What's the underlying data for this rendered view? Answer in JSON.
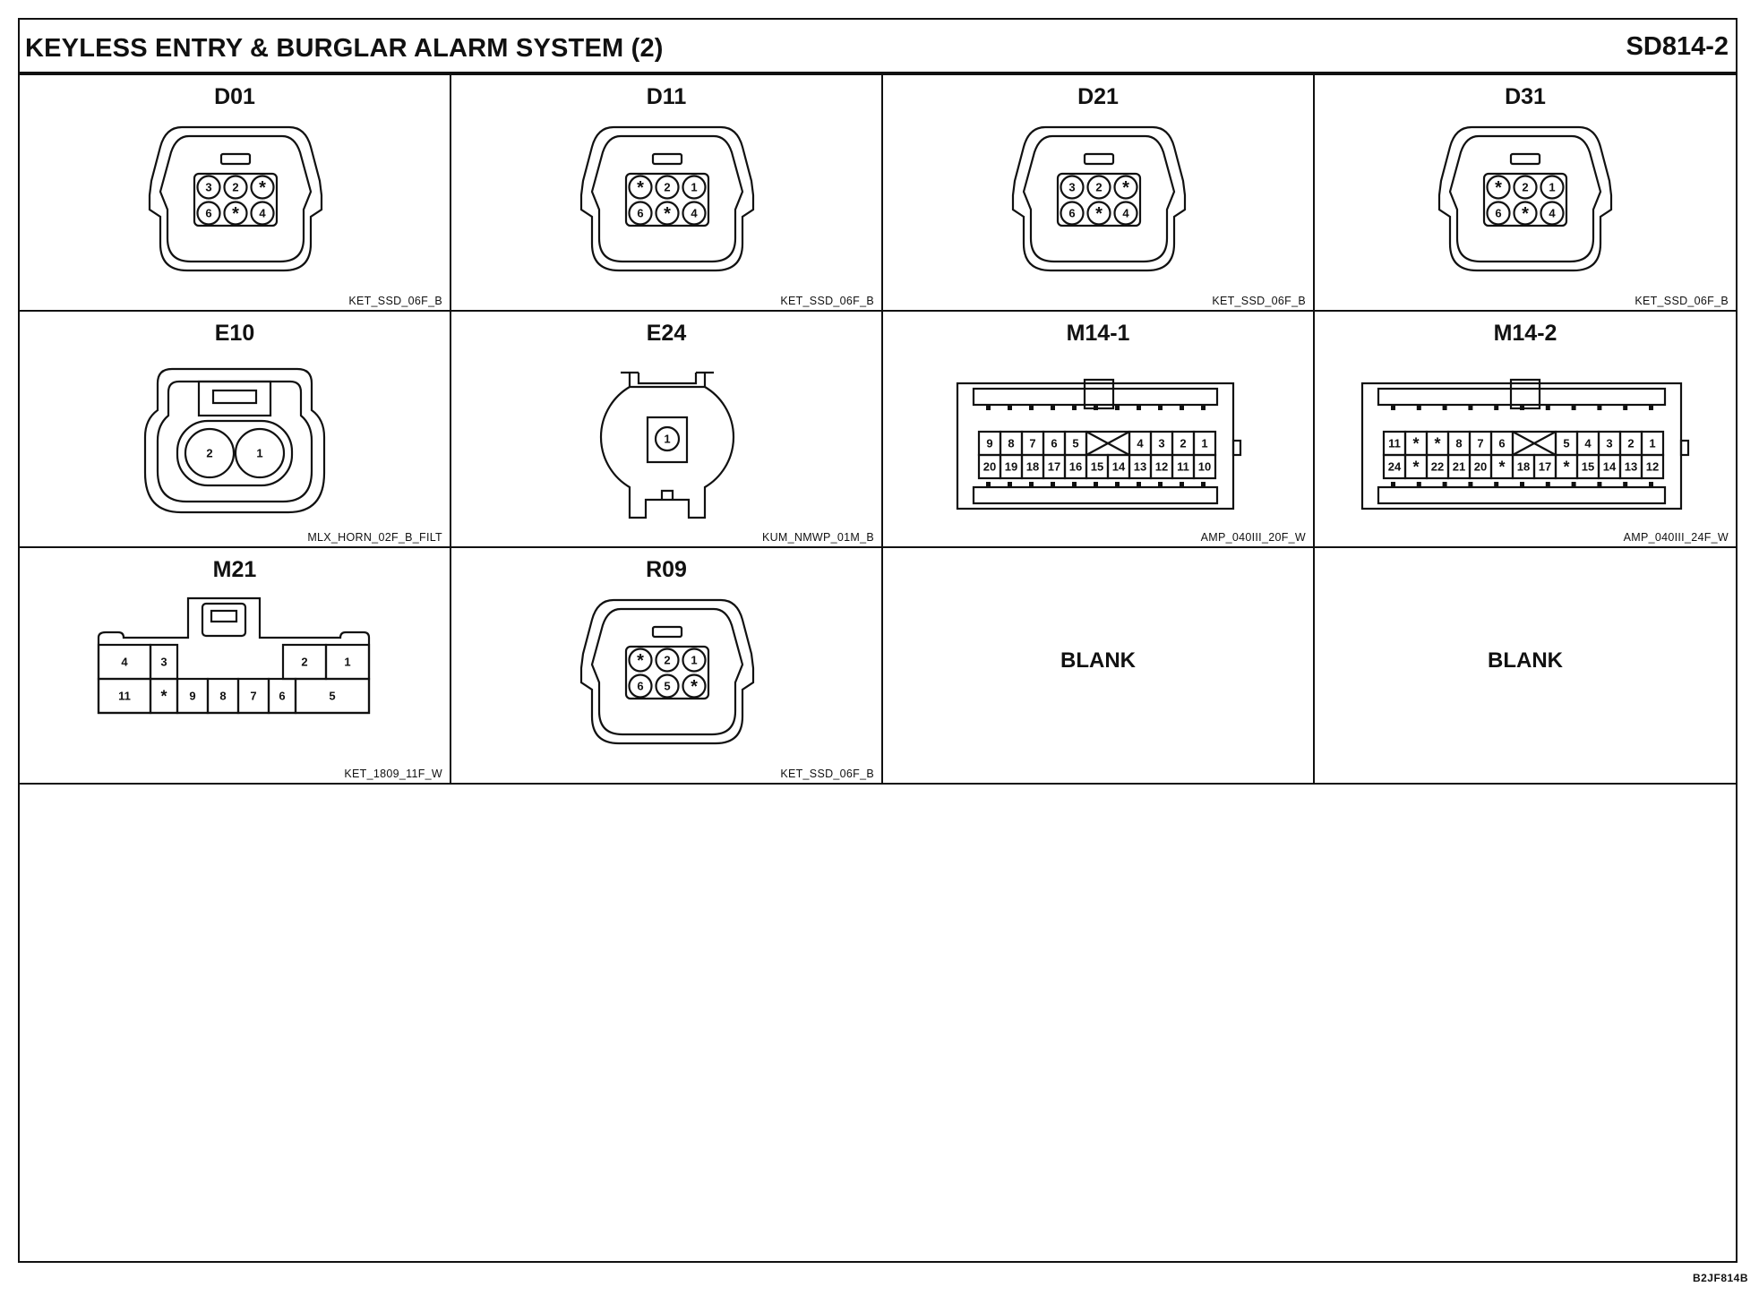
{
  "header": {
    "title": "KEYLESS ENTRY & BURGLAR ALARM SYSTEM (2)",
    "code": "SD814-2"
  },
  "connectors": {
    "d01": {
      "name": "D01",
      "part": "KET_SSD_06F_B",
      "pins": [
        "3",
        "2",
        "*",
        "6",
        "*",
        "4"
      ]
    },
    "d11": {
      "name": "D11",
      "part": "KET_SSD_06F_B",
      "pins": [
        "*",
        "2",
        "1",
        "6",
        "*",
        "4"
      ]
    },
    "d21": {
      "name": "D21",
      "part": "KET_SSD_06F_B",
      "pins": [
        "3",
        "2",
        "*",
        "6",
        "*",
        "4"
      ]
    },
    "d31": {
      "name": "D31",
      "part": "KET_SSD_06F_B",
      "pins": [
        "*",
        "2",
        "1",
        "6",
        "*",
        "4"
      ]
    },
    "e10": {
      "name": "E10",
      "part": "MLX_HORN_02F_B_FILT",
      "pins": [
        "2",
        "1"
      ]
    },
    "e24": {
      "name": "E24",
      "part": "KUM_NMWP_01M_B",
      "pins": [
        "1"
      ]
    },
    "m14_1": {
      "name": "M14-1",
      "part": "AMP_040III_20F_W",
      "top_left": [
        "9",
        "8",
        "7",
        "6",
        "5"
      ],
      "top_right": [
        "4",
        "3",
        "2",
        "1"
      ],
      "bottom": [
        "20",
        "19",
        "18",
        "17",
        "16",
        "15",
        "14",
        "13",
        "12",
        "11",
        "10"
      ]
    },
    "m14_2": {
      "name": "M14-2",
      "part": "AMP_040III_24F_W",
      "top_left": [
        "11",
        "*",
        "*",
        "8",
        "7",
        "6"
      ],
      "top_right": [
        "5",
        "4",
        "3",
        "2",
        "1"
      ],
      "bottom": [
        "24",
        "*",
        "22",
        "21",
        "20",
        "*",
        "18",
        "17",
        "*",
        "15",
        "14",
        "13",
        "12"
      ]
    },
    "m21": {
      "name": "M21",
      "part": "KET_1809_11F_W",
      "top": [
        "4",
        "3",
        "2",
        "1"
      ],
      "bottom": [
        "11",
        "*",
        "9",
        "8",
        "7",
        "6",
        "5"
      ]
    },
    "r09": {
      "name": "R09",
      "part": "KET_SSD_06F_B",
      "pins": [
        "*",
        "2",
        "1",
        "6",
        "5",
        "*"
      ]
    },
    "blank1": {
      "label": "BLANK"
    },
    "blank2": {
      "label": "BLANK"
    }
  },
  "footer": {
    "code": "B2JF814B"
  }
}
